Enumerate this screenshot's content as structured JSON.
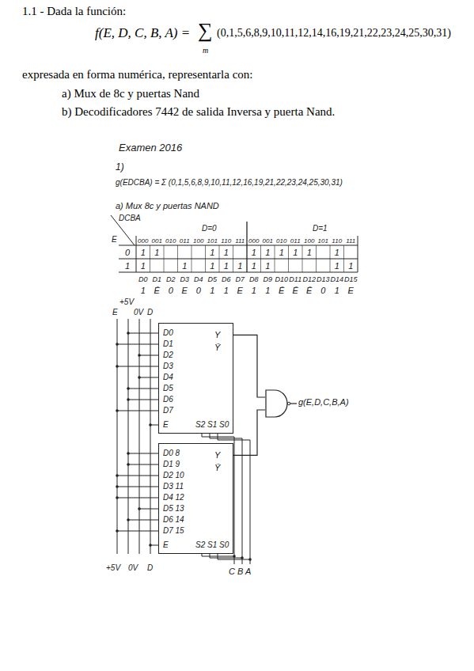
{
  "diagram": {
    "nodes": [
      {
        "text": [
          "D0",
          "D1",
          "D2",
          "D3",
          "D4",
          "D5",
          "D6",
          "D7",
          "Y",
          "Ȳ",
          "E",
          "S2 S1 S0"
        ]
      },
      {
        "text": [
          "D0 8",
          "D1 9",
          "D2 10",
          "D3 11",
          "D4 12",
          "D5 13",
          "D6 14",
          "D7 15",
          "Y",
          "Ȳ",
          "E",
          "S2 S1 S0"
        ]
      },
      {
        "text": [
          "g(E,D,C,B,A)"
        ]
      }
    ],
    "edges": [
      {
        "from": 0,
        "to": 2,
        "arrow": "none"
      },
      {
        "from": 1,
        "to": 2,
        "arrow": "none"
      }
    ],
    "labels": [
      "1.1 - Dada la función:",
      "f(E, D, C, B, A) =",
      "∑",
      "m",
      "(0,1,5,6,8,9,10,11,12,14,16,19,21,22,23,24,25,30,31)",
      "expresada en forma numérica, representarla con:",
      "a) Mux de 8c y puertas Nand",
      "b) Decodificadores 7442 de salida Inversa y puerta Nand.",
      "Examen 2016",
      "1)",
      "g(EDCBA) = Σ (0,1,5,6,8,9,10,11,12,16,19,21,22,23,24,25,30,31)",
      "a) Mux 8c y puertas NAND",
      "DCBA",
      "E",
      "D=0",
      "D=1",
      "000",
      "001",
      "010",
      "011",
      "100",
      "101",
      "110",
      "111",
      "000",
      "001",
      "010",
      "011",
      "100",
      "101",
      "110",
      "111",
      "0",
      "1",
      "1",
      "1",
      "1",
      "1",
      "1",
      "1",
      "1",
      "1",
      "1",
      "1",
      "1",
      "1",
      "1",
      "1",
      "1",
      "1",
      "1",
      "1",
      "1",
      "D0",
      "D1",
      "D2",
      "D3",
      "D4",
      "D5",
      "D6",
      "D7",
      "D8",
      "D9",
      "D10",
      "D11",
      "D12",
      "D13",
      "D14",
      "D15",
      "1",
      "Ē",
      "0",
      "E",
      "0",
      "1",
      "1",
      "E",
      "1",
      "1",
      "Ē",
      "Ē",
      "Ē",
      "0",
      "1",
      "E",
      "E",
      "+5V",
      "0V",
      "D",
      "+5V",
      "0V",
      "D",
      "C B A"
    ]
  }
}
